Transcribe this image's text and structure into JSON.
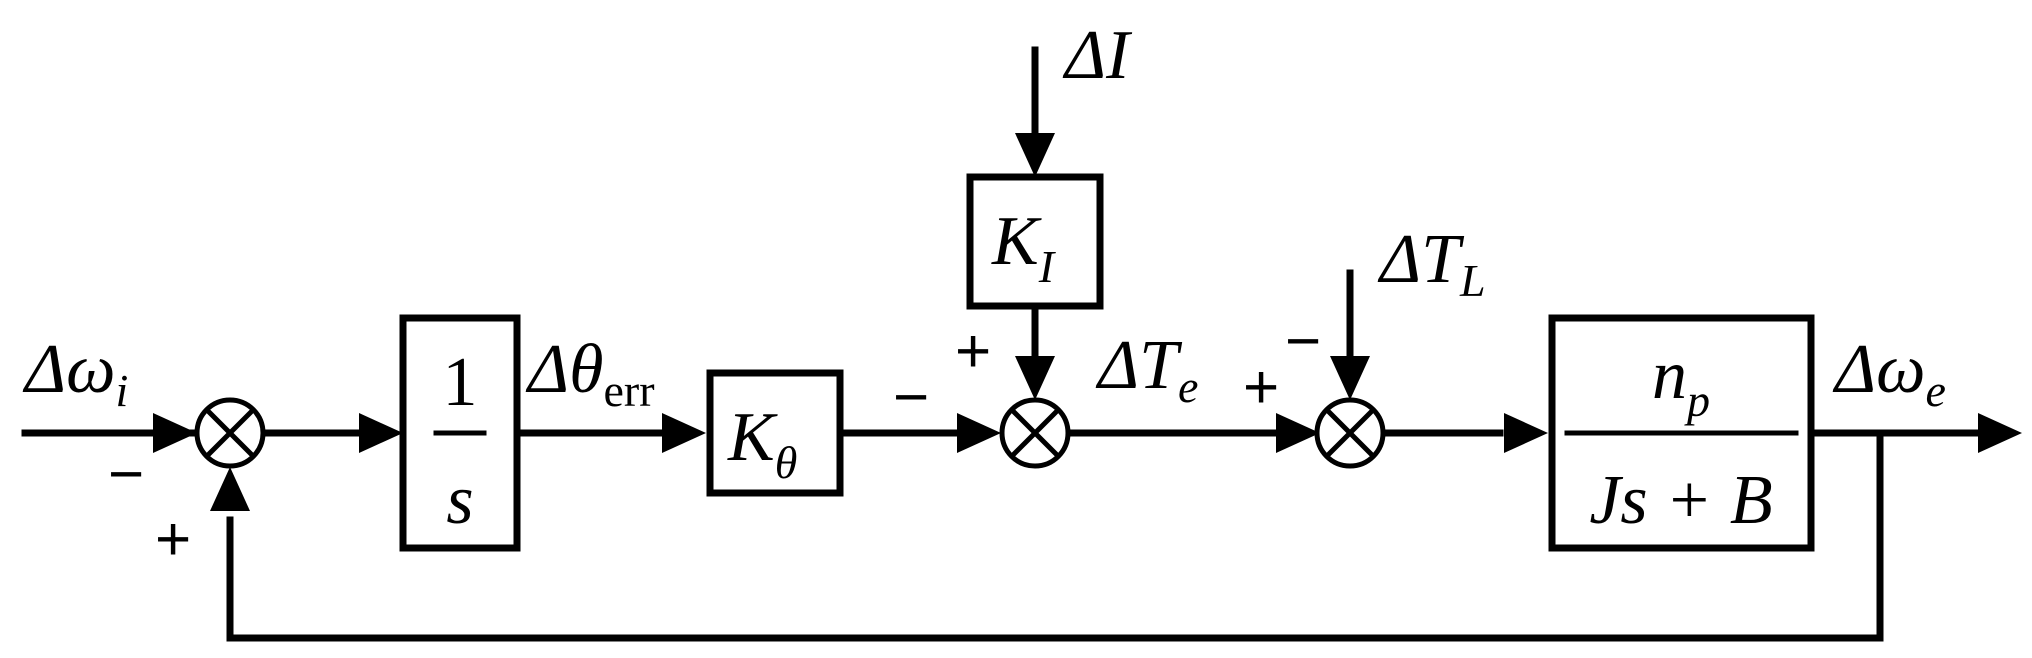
{
  "signals": {
    "omega_i": {
      "symbol": "Δω",
      "sub": "i"
    },
    "theta_err": {
      "symbol": "Δθ",
      "sub": "err"
    },
    "delta_I": {
      "symbol": "ΔI"
    },
    "T_e": {
      "symbol": "ΔT",
      "sub": "e"
    },
    "T_L": {
      "symbol": "ΔT",
      "sub": "L"
    },
    "omega_e": {
      "symbol": "Δω",
      "sub": "e"
    }
  },
  "blocks": {
    "integrator": {
      "num": "1",
      "den": "s"
    },
    "k_theta": {
      "base": "K",
      "sub": "θ"
    },
    "k_i": {
      "base": "K",
      "sub": "I"
    },
    "plant": {
      "num": "n",
      "num_sub": "p",
      "den": "Js + B"
    }
  },
  "signs": {
    "sum1_input": "−",
    "sum1_feedback": "+",
    "sum2_left": "−",
    "sum2_top": "+",
    "sum3_left": "+",
    "sum3_top": "−"
  }
}
